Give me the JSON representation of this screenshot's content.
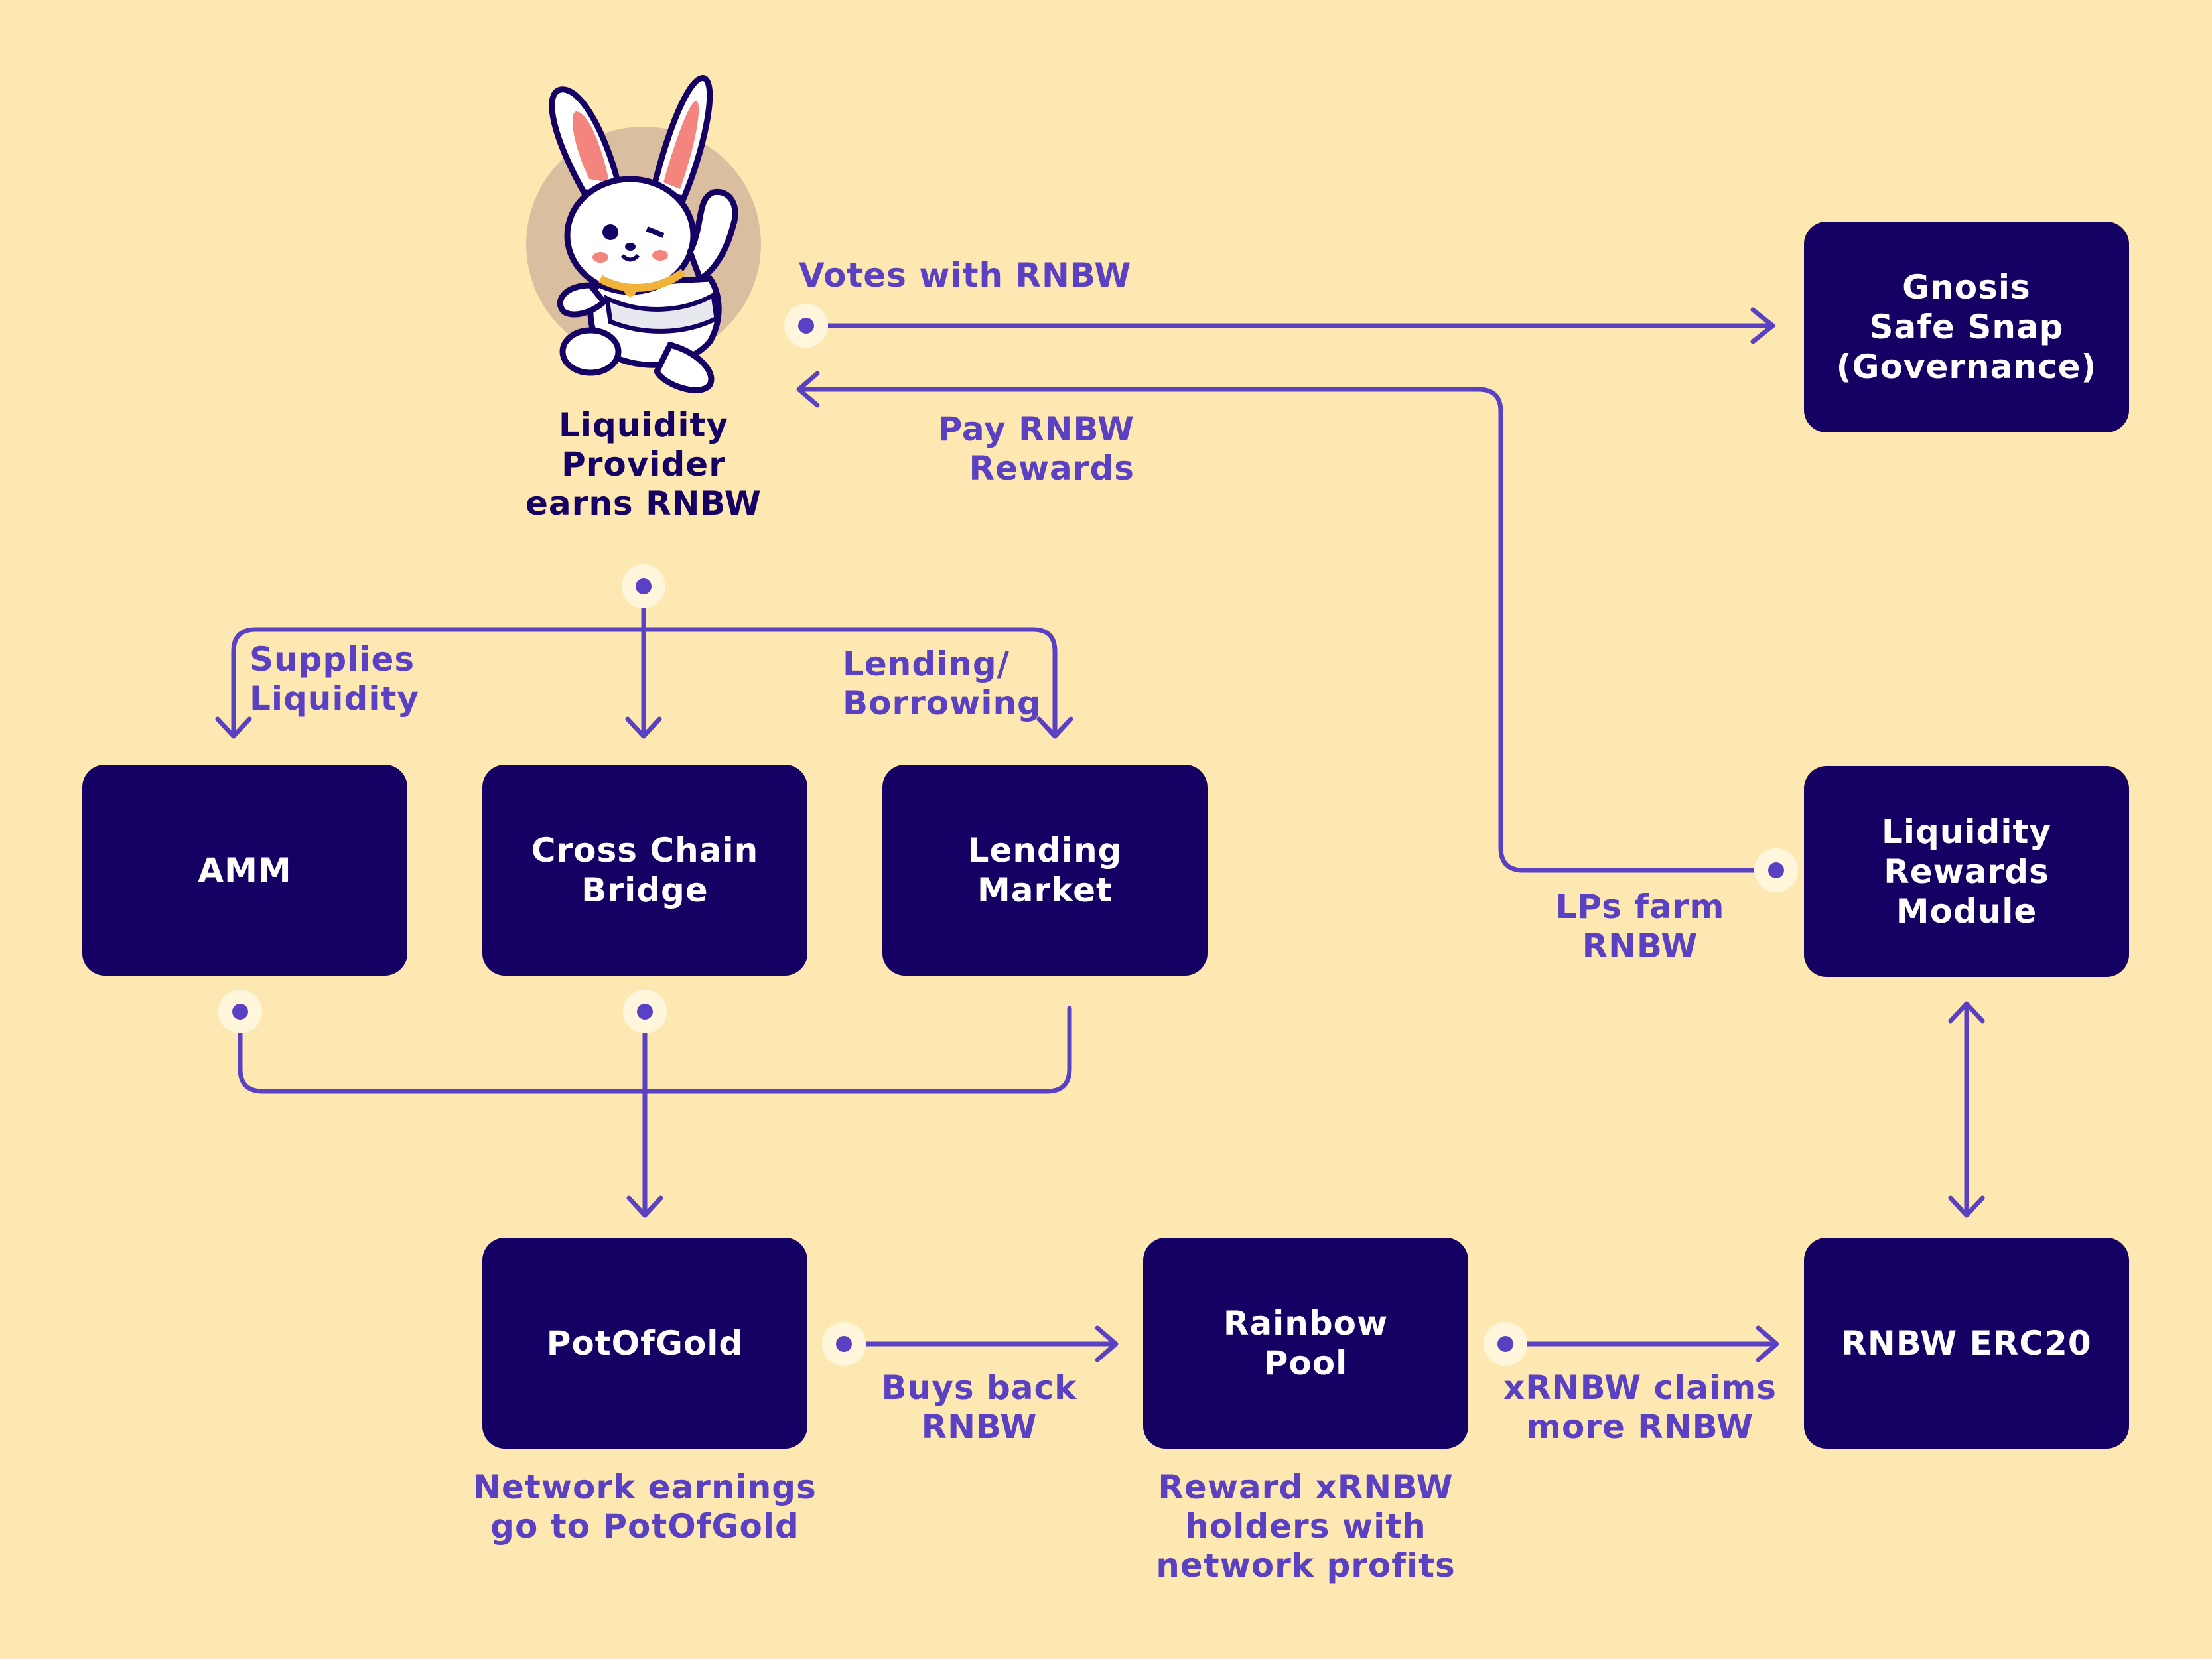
{
  "nodes": {
    "gnosis": "Gnosis\nSafe Snap\n(Governance)",
    "amm": "AMM",
    "bridge": "Cross Chain\nBridge",
    "lending": "Lending\nMarket",
    "rewards_module": "Liquidity\nRewards\nModule",
    "potofgold": "PotOfGold",
    "rainbow_pool": "Rainbow\nPool",
    "erc20": "RNBW ERC20"
  },
  "labels": {
    "provider": "Liquidity\nProvider\nearns RNBW",
    "votes": "Votes with RNBW",
    "pay_rewards": "Pay RNBW\nRewards",
    "supplies": "Supplies\nLiquidity",
    "lending_borrowing": "Lending/\nBorrowing",
    "lps_farm": "LPs farm\nRNBW",
    "buys_back": "Buys back\nRNBW",
    "xrnbw_claims": "xRNBW claims\nmore RNBW",
    "network_earnings": "Network earnings\ngo to PotOfGold",
    "reward_xrnbw": "Reward xRNBW\nholders with\nnetwork profits"
  },
  "icons": {
    "mascot": "bunny-mascot-icon"
  },
  "colors": {
    "background": "#fee8b1",
    "node_fill": "#150063",
    "node_text": "#ffffff",
    "accent": "#5a40c2",
    "dot_halo": "#fff6dc",
    "mascot_circle": "#d9bfa0"
  }
}
